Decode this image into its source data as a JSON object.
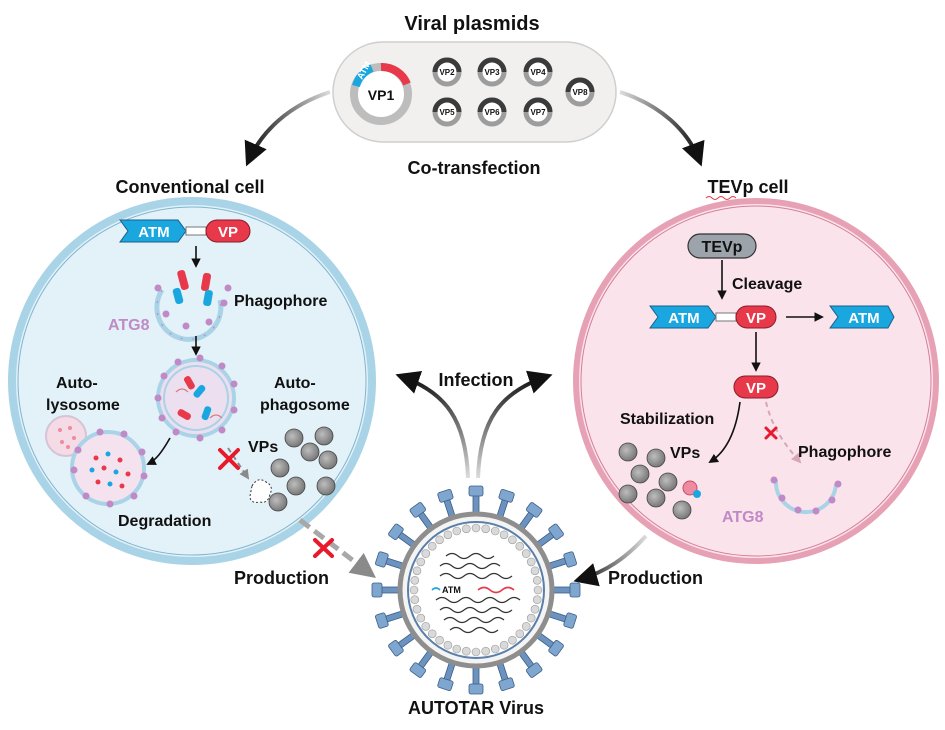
{
  "title": "Viral plasmids",
  "cotransfection": "Co-transfection",
  "plasmids": {
    "vp1": "VP1",
    "atm": "ATM",
    "small": [
      "VP2",
      "VP3",
      "VP4",
      "VP5",
      "VP6",
      "VP7",
      "VP8"
    ]
  },
  "conventional": {
    "title": "Conventional cell",
    "atm": "ATM",
    "vp": "VP",
    "phagophore": "Phagophore",
    "atg8": "ATG8",
    "autophagosome_1": "Auto-",
    "autophagosome_2": "phagosome",
    "autolysosome_1": "Auto-",
    "autolysosome_2": "lysosome",
    "vps": "VPs",
    "degradation": "Degradation",
    "production": "Production"
  },
  "tevp": {
    "title": "TEVp cell",
    "tevp_label": "TEVp",
    "cleavage": "Cleavage",
    "atm": "ATM",
    "vp": "VP",
    "atm_free": "ATM",
    "vp_free": "VP",
    "stabilization": "Stabilization",
    "vps": "VPs",
    "phagophore": "Phagophore",
    "atg8": "ATG8",
    "production": "Production"
  },
  "infection": "Infection",
  "virus": {
    "name": "AUTOTAR Virus",
    "atm": "ATM"
  },
  "colors": {
    "atm_blue": "#1aa7e0",
    "vp_red": "#e8394b",
    "left_cell_fill": "#e3f1f8",
    "left_cell_border": "#a9d3e6",
    "right_cell_fill": "#fbe3ec",
    "right_cell_border": "#e7a1b4",
    "atg8_purple": "#c08ac6"
  }
}
